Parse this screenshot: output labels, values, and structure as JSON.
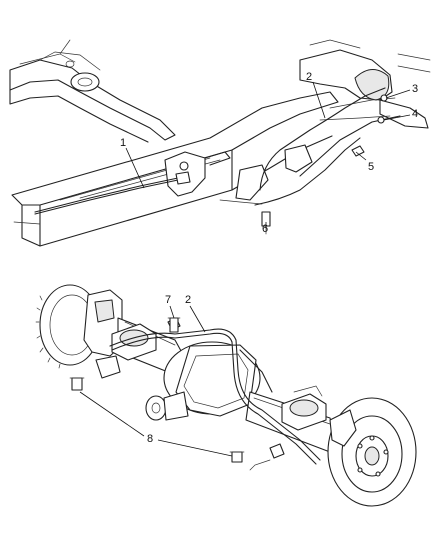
{
  "callouts": {
    "c1": "1",
    "c2_top": "2",
    "c3": "3",
    "c4": "4",
    "c5": "5",
    "c6": "6",
    "c7": "7",
    "c2_bottom": "2",
    "c8": "8"
  }
}
